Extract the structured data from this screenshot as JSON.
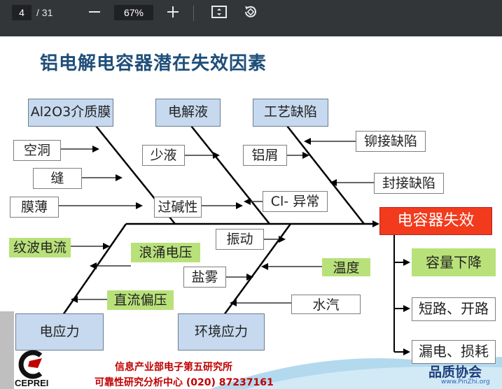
{
  "toolbar": {
    "page_current": "4",
    "page_total": "/ 31",
    "zoom_out_icon": "minus-icon",
    "zoom_value": "67%",
    "zoom_in_icon": "plus-icon",
    "fit_icon": "fit-page-icon",
    "rotate_icon": "rotate-icon"
  },
  "slide": {
    "title": "铝电解电容器潜在失效因素",
    "categories": {
      "dielectric": "Al2O3介质膜",
      "electrolyte": "电解液",
      "process": "工艺缺陷",
      "electric_stress": "电应力",
      "env_stress": "环境应力"
    },
    "causes": {
      "void": "空洞",
      "crack": "缝",
      "thin_film": "膜薄",
      "low_liquid": "少液",
      "over_alkali": "过碱性",
      "al_chips": "铝屑",
      "rivet_defect": "铆接缺陷",
      "seal_defect": "封接缺陷",
      "cl_abnormal": "Cl- 异常",
      "ripple_current": "纹波电流",
      "surge_voltage": "浪涌电压",
      "dc_bias": "直流偏压",
      "vibration": "振动",
      "salt_fog": "盐雾",
      "temperature": "温度",
      "water_vapor": "水汽"
    },
    "effect": "电容器失效",
    "results": [
      "容量下降",
      "短路、开路",
      "漏电、损耗"
    ],
    "footer_line1": "信息产业部电子第五研究所",
    "footer_line2": "可靠性研究分析中心 (020) 87237161",
    "logo_text": "CEPREI",
    "watermark": "品质协会",
    "watermark_url": "www.PinZhi.org"
  },
  "colors": {
    "toolbar_bg": "#323639",
    "title_color": "#1f4e79",
    "category_fill": "#c6d9ee",
    "highlight_green": "#b9e17a",
    "effect_red": "#f23a1c",
    "footer_red": "#c00000"
  }
}
